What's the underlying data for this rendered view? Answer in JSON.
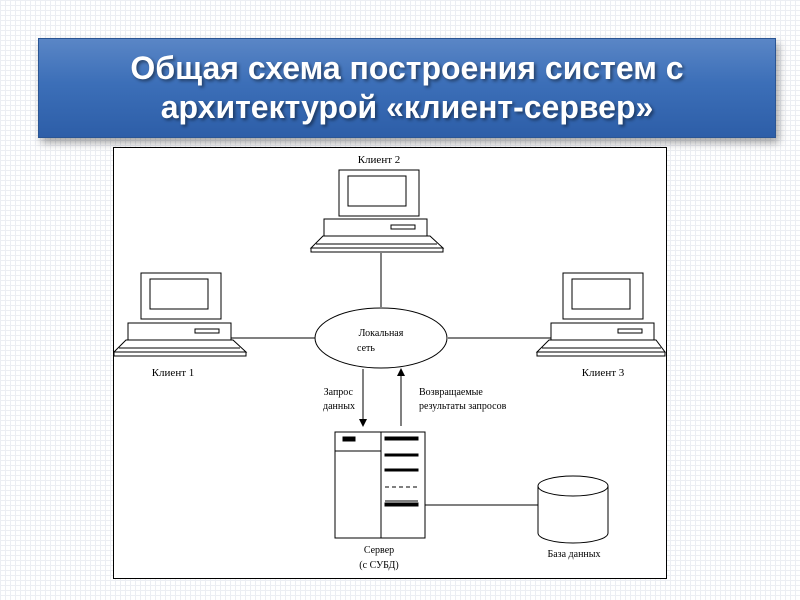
{
  "slide": {
    "title": "Общая схема построения систем с архитектурой «клиент-сервер»"
  },
  "diagram": {
    "nodes": {
      "client2": "Клиент 2",
      "client1": "Клиент 1",
      "client3": "Клиент 3",
      "network_line1": "Локальная",
      "network_line2": "сеть",
      "server_line1": "Сервер",
      "server_line2": "(с СУБД)",
      "database": "База данных"
    },
    "edges": {
      "request_line1": "Запрос",
      "request_line2": "данных",
      "results_line1": "Возвращаемые",
      "results_line2": "результаты запросов"
    }
  }
}
